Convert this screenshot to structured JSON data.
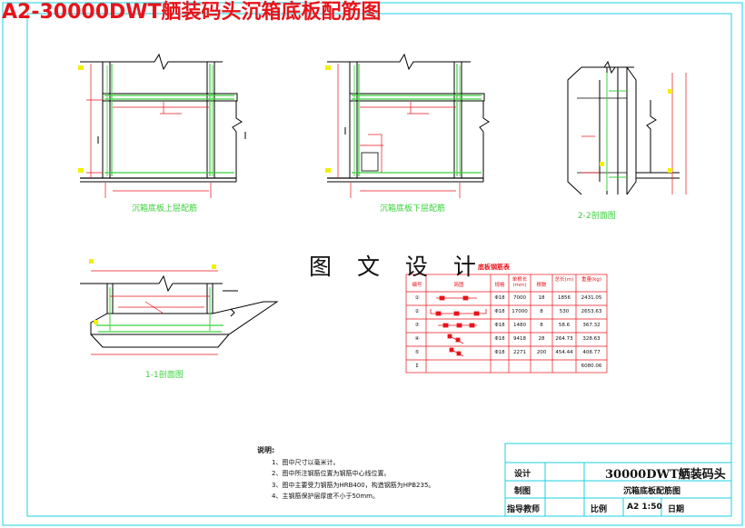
{
  "sheet_title": "A2-30000DWT舾装码头沉箱底板配筋图",
  "watermark": "图 文 设 计",
  "views": {
    "upper_plan": "沉箱底板上层配筋",
    "lower_plan": "沉箱底板下层配筋",
    "section_22": "2-2剖面图",
    "section_11": "1-1剖面图"
  },
  "rebar_table": {
    "title": "底板钢筋表",
    "headers": [
      "编号",
      "简图",
      "规格",
      "单根长(mm)",
      "根数",
      "总长(m)",
      "重量(kg)"
    ],
    "rows": [
      {
        "no": "①",
        "spec": "Φ18",
        "len": "7000",
        "count": "18",
        "total": "1856",
        "weight": "2431.05"
      },
      {
        "no": "②",
        "spec": "Φ18",
        "len": "17000",
        "count": "8",
        "total": "530",
        "weight": "2653.63"
      },
      {
        "no": "③",
        "spec": "Φ18",
        "len": "1480",
        "count": "8",
        "total": "58.6",
        "weight": "367.32"
      },
      {
        "no": "④",
        "spec": "Φ18",
        "len": "9418",
        "count": "28",
        "total": "264.73",
        "weight": "328.63"
      },
      {
        "no": "⑤",
        "spec": "Φ18",
        "len": "2271",
        "count": "200",
        "total": "454.44",
        "weight": "408.77"
      },
      {
        "no": "Σ",
        "spec": "",
        "len": "",
        "count": "",
        "total": "",
        "weight": "6080.06"
      }
    ]
  },
  "notes": {
    "heading": "说明:",
    "items": [
      "1、图中尺寸以毫米计。",
      "2、图中所注钢筋位置为钢筋中心线位置。",
      "3、图中主要受力钢筋为HRB400，构造钢筋为HPB235。",
      "4、主钢筋保护层厚度不小于50mm。"
    ]
  },
  "title_block": {
    "project": "30000DWT舾装码头",
    "drawing_name": "沉箱底板配筋图",
    "design_label": "设计",
    "drawn_label": "制图",
    "advisor_label": "指导教师",
    "scale_label": "比例",
    "scale_value": "A2 1:50",
    "date_label": "日期"
  },
  "colors": {
    "frame": "#1ed0e0",
    "rebar": "#3cd03c",
    "dimension": "#e8141b",
    "structure": "#000000",
    "highlight": "#f0f000"
  }
}
